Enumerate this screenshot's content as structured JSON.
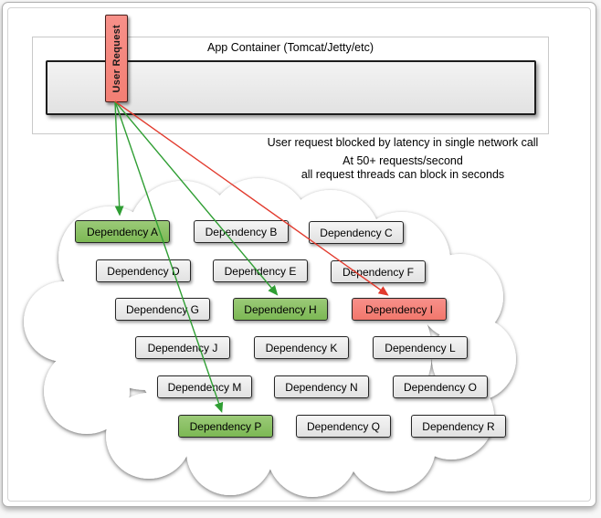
{
  "app_container": {
    "title": "App Container (Tomcat/Jetty/etc)"
  },
  "user_request": {
    "label": "User Request"
  },
  "notes": {
    "line1": "User request blocked by latency in single network call",
    "line2": "At 50+ requests/second",
    "line3": "all request threads can block in seconds"
  },
  "dependencies": [
    {
      "id": "A",
      "label": "Dependency A",
      "state": "highlighted-green"
    },
    {
      "id": "B",
      "label": "Dependency B",
      "state": "normal"
    },
    {
      "id": "C",
      "label": "Dependency C",
      "state": "normal"
    },
    {
      "id": "D",
      "label": "Dependency D",
      "state": "normal"
    },
    {
      "id": "E",
      "label": "Dependency E",
      "state": "normal"
    },
    {
      "id": "F",
      "label": "Dependency F",
      "state": "normal"
    },
    {
      "id": "G",
      "label": "Dependency G",
      "state": "normal"
    },
    {
      "id": "H",
      "label": "Dependency H",
      "state": "highlighted-green"
    },
    {
      "id": "I",
      "label": "Dependency I",
      "state": "highlighted-red"
    },
    {
      "id": "J",
      "label": "Dependency J",
      "state": "normal"
    },
    {
      "id": "K",
      "label": "Dependency K",
      "state": "normal"
    },
    {
      "id": "L",
      "label": "Dependency L",
      "state": "normal"
    },
    {
      "id": "M",
      "label": "Dependency M",
      "state": "normal"
    },
    {
      "id": "N",
      "label": "Dependency N",
      "state": "normal"
    },
    {
      "id": "O",
      "label": "Dependency O",
      "state": "normal"
    },
    {
      "id": "P",
      "label": "Dependency P",
      "state": "highlighted-green"
    },
    {
      "id": "Q",
      "label": "Dependency Q",
      "state": "normal"
    },
    {
      "id": "R",
      "label": "Dependency R",
      "state": "normal"
    }
  ],
  "arrows": [
    {
      "from": "user-request",
      "to": "dependency-a",
      "color": "#2f9e33"
    },
    {
      "from": "user-request",
      "to": "dependency-h",
      "color": "#2f9e33"
    },
    {
      "from": "user-request",
      "to": "dependency-p",
      "color": "#2f9e33"
    },
    {
      "from": "user-request",
      "to": "dependency-i",
      "color": "#e23b2e"
    }
  ],
  "colors": {
    "highlight_green": "#8cc268",
    "highlight_red": "#f5867d",
    "box_gray": "#ececec",
    "arrow_green": "#2f9e33",
    "arrow_red": "#e23b2e",
    "container_border": "#c9c9c9"
  }
}
